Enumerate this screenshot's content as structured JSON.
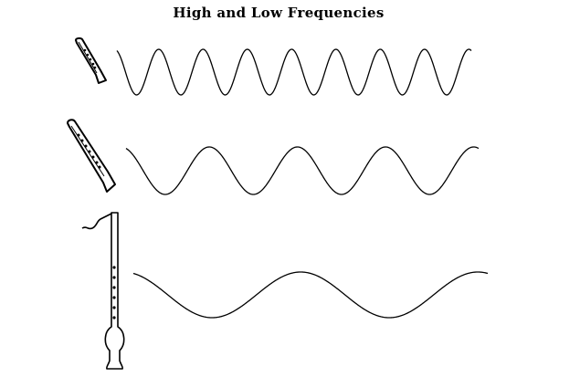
{
  "title": "High and Low Frequencies",
  "ink_color": "#000000",
  "background_color": "#ffffff",
  "rows": [
    {
      "instrument": "small-recorder-icon",
      "wave_cycles": 8
    },
    {
      "instrument": "medium-recorder-icon",
      "wave_cycles": 4
    },
    {
      "instrument": "long-flute-icon",
      "wave_cycles": 2
    }
  ]
}
